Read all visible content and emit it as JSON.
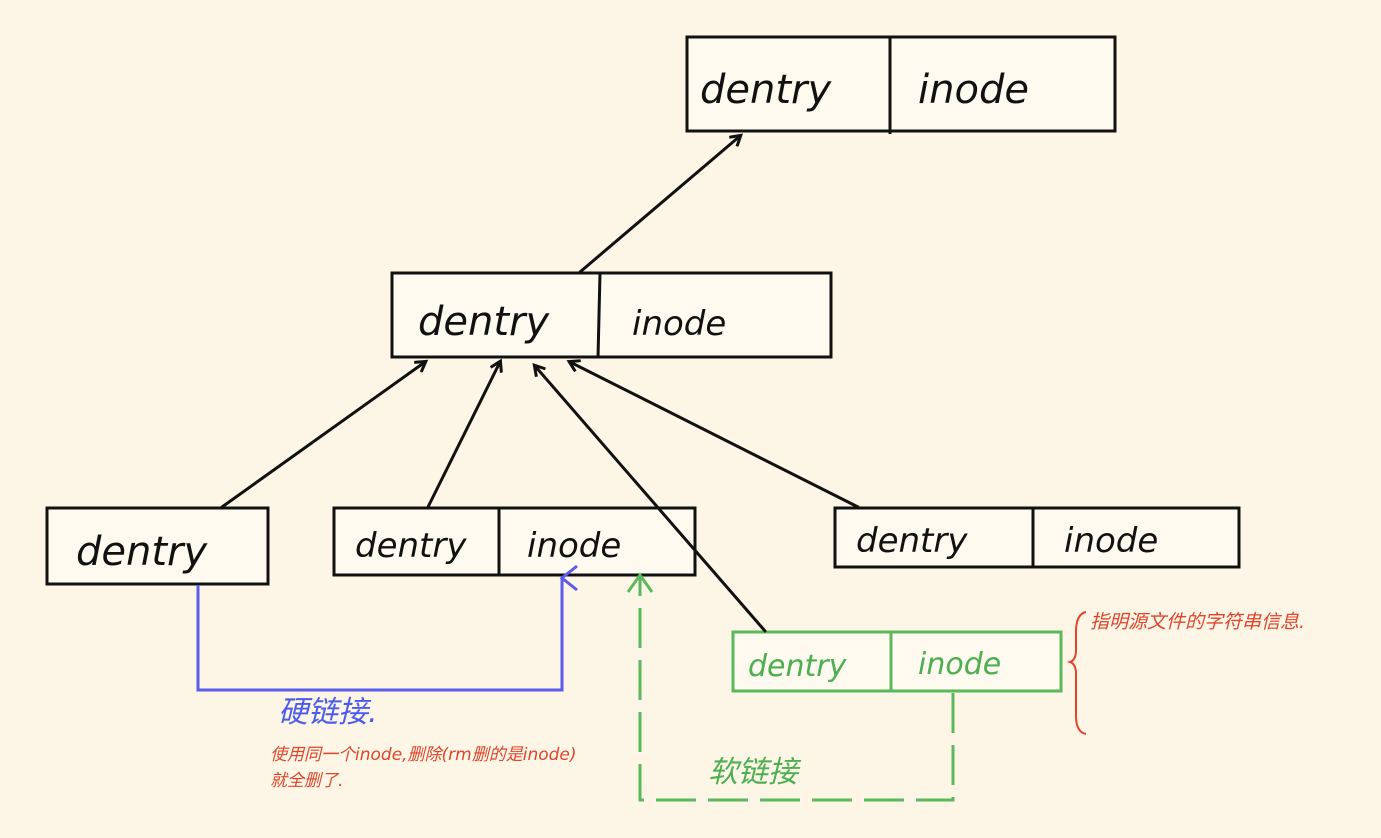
{
  "nodes": {
    "top": {
      "dentry": "dentry",
      "inode": "inode"
    },
    "middle": {
      "dentry": "dentry",
      "inode": "inode"
    },
    "left": {
      "dentry": "dentry"
    },
    "center": {
      "dentry": "dentry",
      "inode": "inode"
    },
    "right": {
      "dentry": "dentry",
      "inode": "inode"
    },
    "soft": {
      "dentry": "dentry",
      "inode": "inode"
    }
  },
  "annotations": {
    "hard_link": "硬链接.",
    "hard_link_note_1": "使用同一个inode,删除(rm删的是inode)",
    "hard_link_note_2": "就全删了.",
    "soft_link": "软链接",
    "soft_link_note": "指明源文件的字符串信息."
  },
  "colors": {
    "background": "#fdf6e6",
    "hard_link": "#5b5cf0",
    "soft_link": "#5cb85c",
    "note": "#e0452c"
  }
}
